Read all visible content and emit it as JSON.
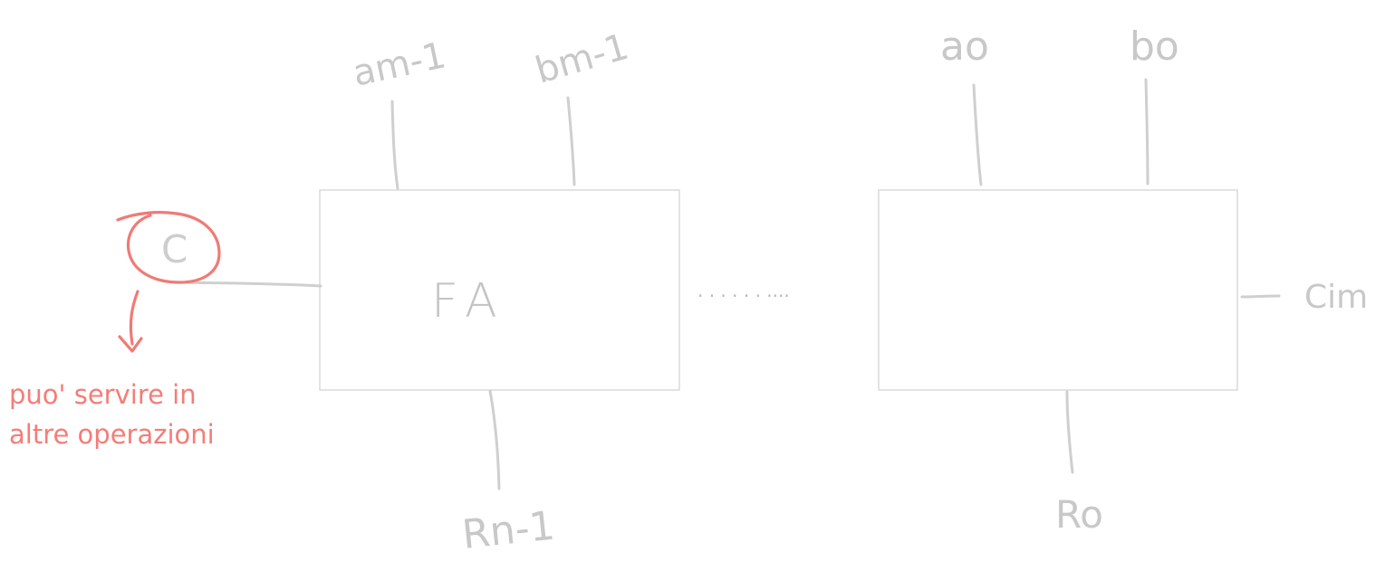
{
  "labels": {
    "a_msb": "am-1",
    "b_msb": "bm-1",
    "a_lsb": "ao",
    "b_lsb": "bo",
    "fa": "FA",
    "dots": ". . . . . . ....",
    "cin": "Cim",
    "r_msb": "Rn-1",
    "r_lsb": "Ro",
    "carry_out": "C"
  },
  "note": {
    "line1": "puo' servire in",
    "line2": "altre operazioni"
  },
  "colors": {
    "ink": "#c8c8c8",
    "accent": "#f07a75",
    "box": "#d4d4d4"
  }
}
